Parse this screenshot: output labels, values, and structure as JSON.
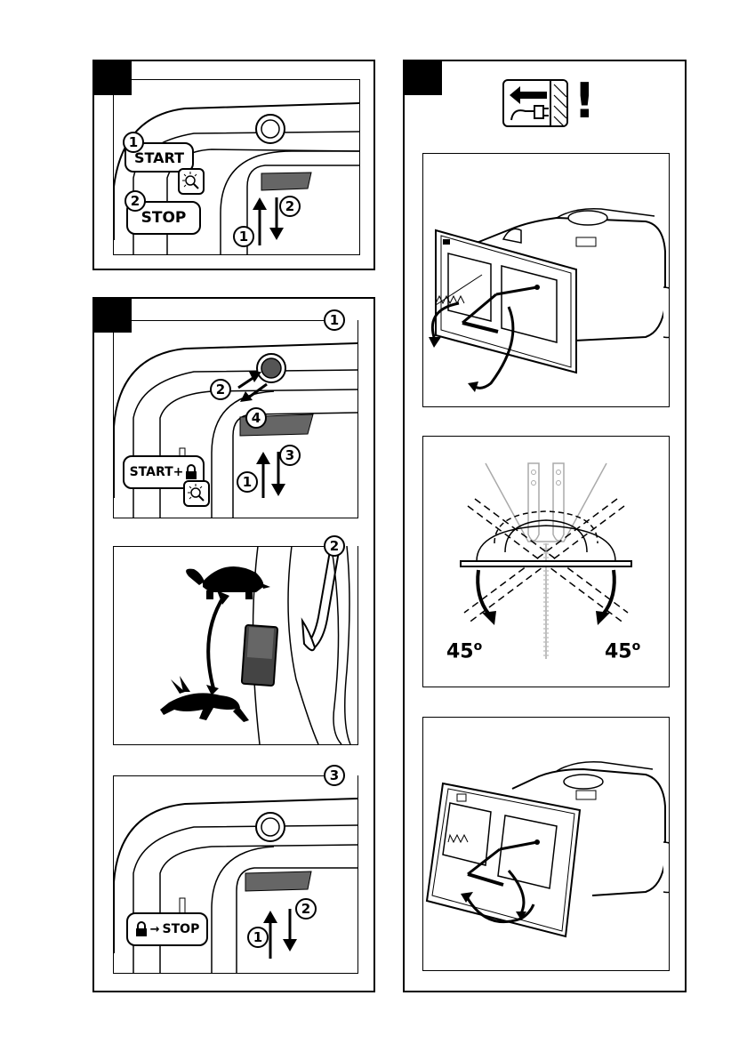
{
  "panel_a": {
    "start_label": "START",
    "stop_label": "STOP",
    "step1": "1",
    "step2": "2",
    "arrow_up_num": "1",
    "arrow_down_num": "2",
    "bulb_icon": "light-bulb-icon"
  },
  "panel_b": {
    "sub1": {
      "corner_num": "1",
      "start_lock_label": "START+",
      "lock_icon": "padlock-icon",
      "bulb_icon": "light-bulb-icon",
      "num2": "2",
      "num4": "4",
      "arrow_up_num": "1",
      "arrow_down_num": "3"
    },
    "sub2": {
      "corner_num": "2",
      "slow_icon": "tortoise-icon",
      "fast_icon": "hare-icon"
    },
    "sub3": {
      "corner_num": "3",
      "lock_stop_label": "STOP",
      "arrow_up_num": "1",
      "arrow_down_num": "2"
    }
  },
  "panel_c": {
    "unplug_icon": "unplug-warning-icon",
    "exclamation": "!",
    "angle_left": "45",
    "angle_right": "45",
    "angle_unit": "o"
  }
}
